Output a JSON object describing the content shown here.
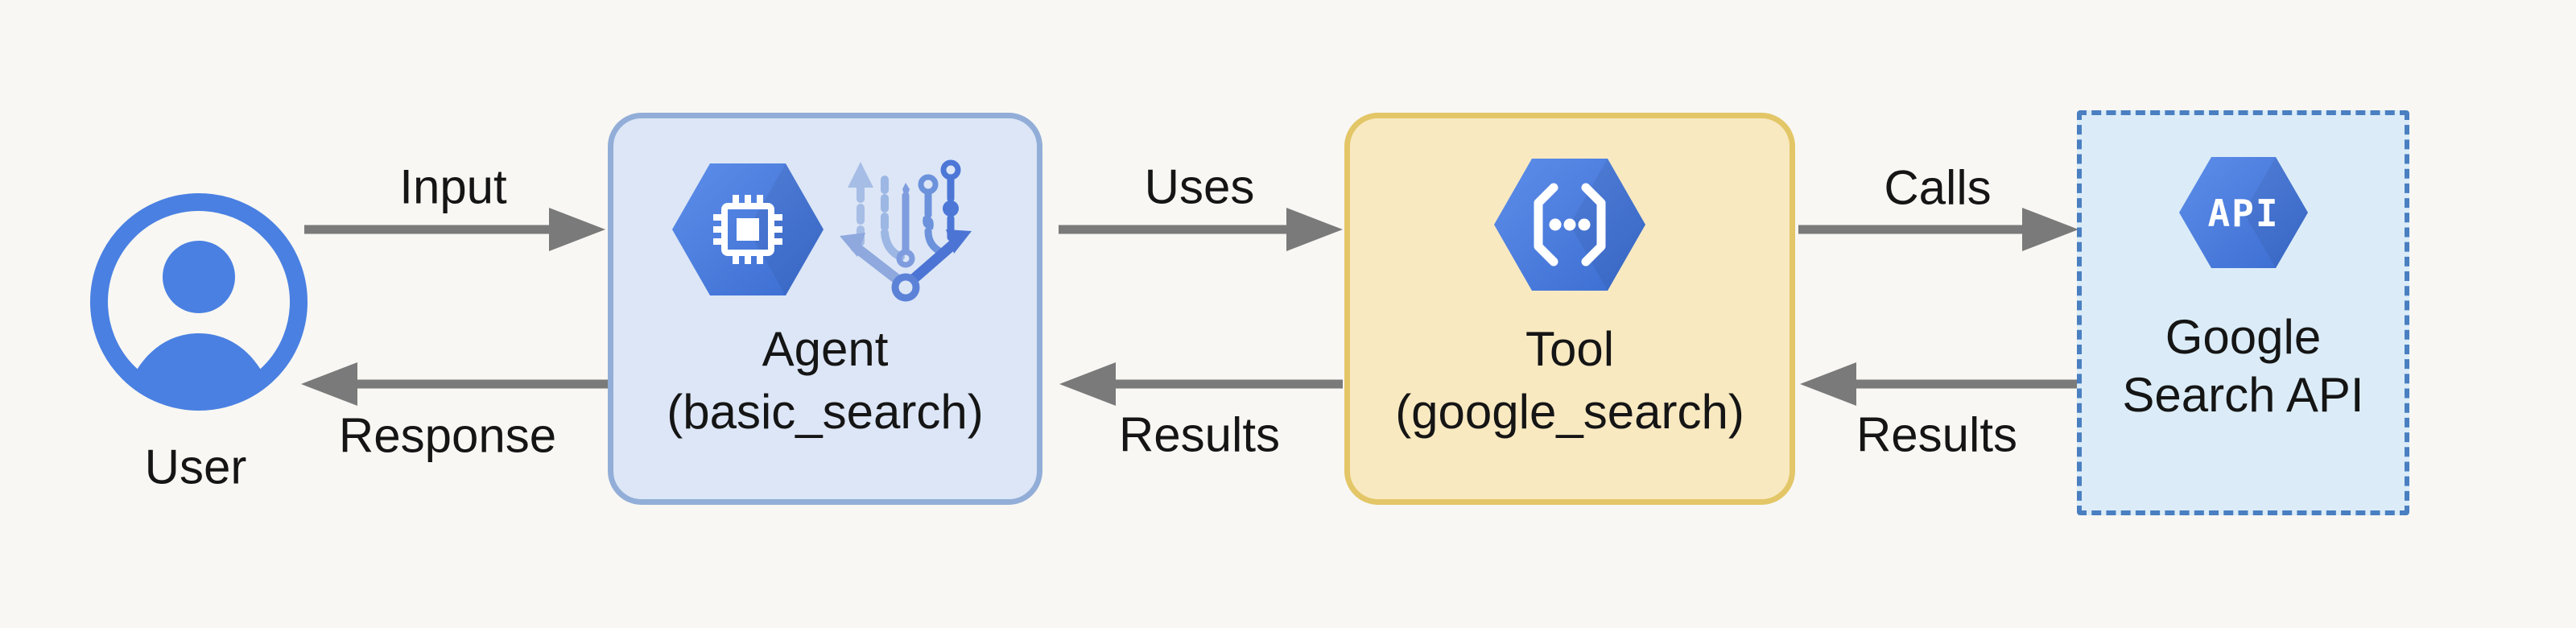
{
  "diagram": {
    "nodes": {
      "user": {
        "label": "User",
        "icon": "person-circle-icon"
      },
      "agent": {
        "line1": "Agent",
        "line2": "(basic_search)",
        "icons": [
          "cpu-hexagon-icon",
          "decision-tree-icon"
        ]
      },
      "tool": {
        "line1": "Tool",
        "line2": "(google_search)",
        "icons": [
          "code-brackets-hexagon-icon"
        ]
      },
      "api": {
        "line1": "Google",
        "line2": "Search API",
        "hex_label": "API",
        "icons": [
          "api-hexagon-icon"
        ]
      }
    },
    "edges": [
      {
        "label": "Input",
        "from": "user",
        "to": "agent",
        "direction": "right"
      },
      {
        "label": "Uses",
        "from": "agent",
        "to": "tool",
        "direction": "right"
      },
      {
        "label": "Calls",
        "from": "tool",
        "to": "api",
        "direction": "right"
      },
      {
        "label": "Response",
        "from": "agent",
        "to": "user",
        "direction": "left"
      },
      {
        "label": "Results",
        "from": "tool",
        "to": "agent",
        "direction": "left"
      },
      {
        "label": "Results",
        "from": "api",
        "to": "tool",
        "direction": "left"
      }
    ],
    "colors": {
      "background": "#f8f7f3",
      "text": "#151515",
      "arrow": "#7a7a7a",
      "hexagon_blue": "#4a7ce0",
      "user_blue": "#4a80e2",
      "agent_fill": "#dce6f6",
      "agent_border": "#92aed8",
      "tool_fill": "#f8e9c1",
      "tool_border": "#e3c667",
      "api_fill": "#dbecf8",
      "api_border": "#4a7fc1"
    }
  }
}
